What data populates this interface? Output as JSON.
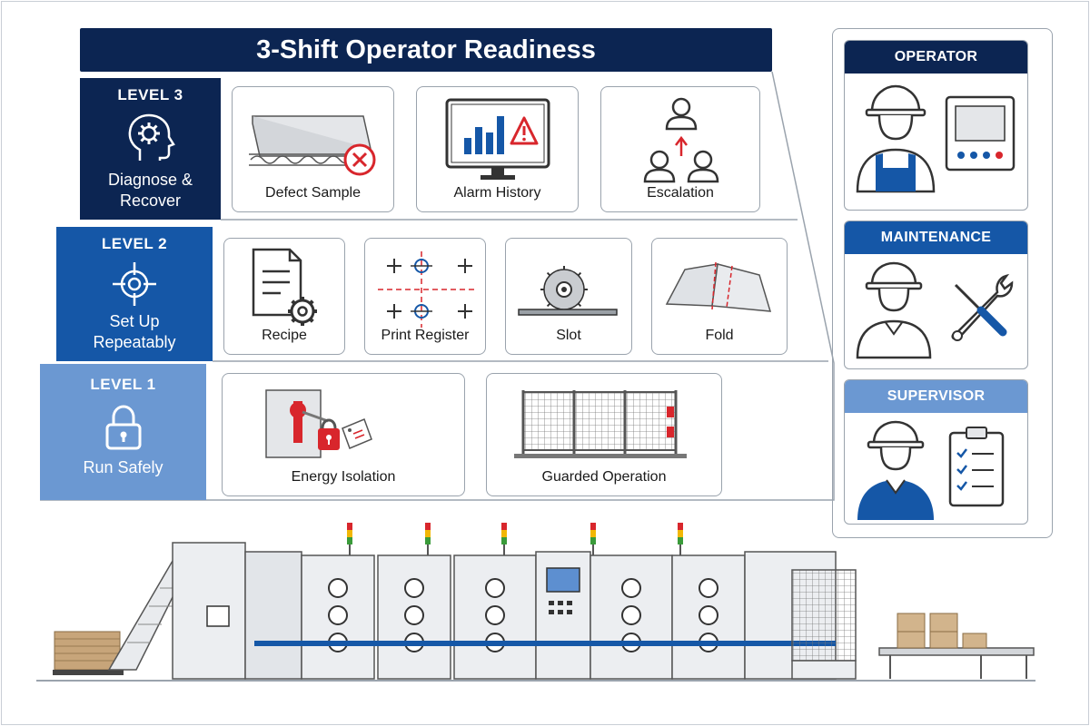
{
  "title": "3-Shift Operator Readiness",
  "levels": {
    "l3": {
      "label": "LEVEL 3",
      "desc_line1": "Diagnose &",
      "desc_line2": "Recover",
      "icon": "head-gear-icon",
      "color": "#0c2552"
    },
    "l2": {
      "label": "LEVEL 2",
      "desc_line1": "Set Up",
      "desc_line2": "Repeatably",
      "icon": "crosshair-icon",
      "color": "#1557a7"
    },
    "l1": {
      "label": "LEVEL 1",
      "desc_line1": "Run Safely",
      "icon": "padlock-icon",
      "color": "#6b98d2"
    }
  },
  "cards": {
    "defect_sample": "Defect Sample",
    "alarm_history": "Alarm History",
    "escalation": "Escalation",
    "recipe": "Recipe",
    "print_register": "Print Register",
    "slot": "Slot",
    "fold": "Fold",
    "energy_isolation": "Energy Isolation",
    "guarded_operation": "Guarded Operation"
  },
  "roles": {
    "operator": {
      "label": "OPERATOR",
      "color": "#0c2552"
    },
    "maintenance": {
      "label": "MAINTENANCE",
      "color": "#1557a7"
    },
    "supervisor": {
      "label": "SUPERVISOR",
      "color": "#6b98d2"
    }
  },
  "colors": {
    "alert_red": "#d8262c",
    "machine_blue": "#1557a7"
  }
}
